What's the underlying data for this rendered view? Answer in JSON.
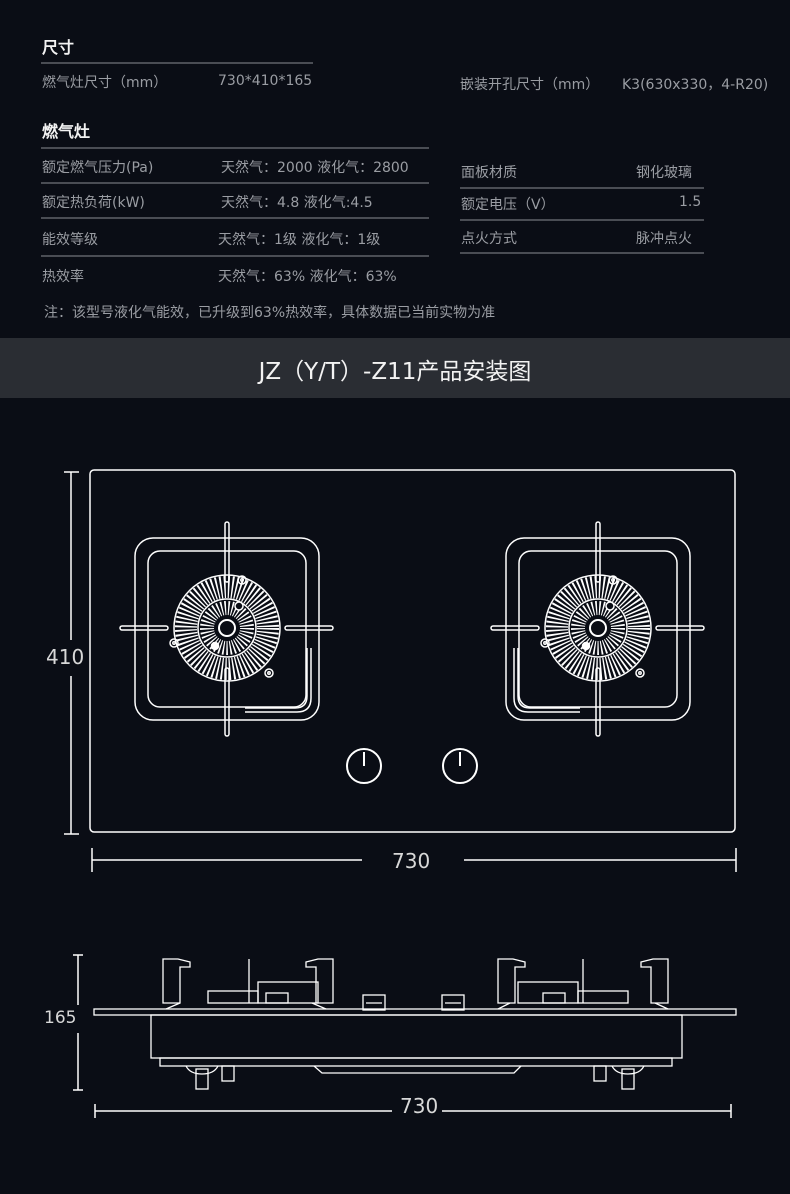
{
  "dimensions": {
    "heading": "尺寸",
    "stove_size_label": "燃气灶尺寸（mm）",
    "stove_size_value": "730*410*165",
    "cutout_label": "嵌装开孔尺寸（mm）",
    "cutout_value": "K3(630x330，4-R20)"
  },
  "stove": {
    "heading": "燃气灶",
    "left_rows": [
      {
        "label": "额定燃气压力(Pa)",
        "value": "天然气：2000  液化气：2800"
      },
      {
        "label": "额定热负荷(kW)",
        "value": "天然气：4.8   液化气:4.5"
      },
      {
        "label": "能效等级",
        "value": "天然气：1级  液化气：1级"
      },
      {
        "label": "热效率",
        "value": "天然气：63%  液化气：63%"
      }
    ],
    "right_rows": [
      {
        "label": "面板材质",
        "value": "钢化玻璃"
      },
      {
        "label": "额定电压（V）",
        "value": "1.5"
      },
      {
        "label": "点火方式",
        "value": "脉冲点火"
      }
    ],
    "note": "注：该型号液化气能效，已升级到63%热效率，具体数据已当前实物为准"
  },
  "banner": {
    "title": "JZ（Y/T）-Z11产品安装图"
  },
  "top_view": {
    "height_label": "410",
    "width_label": "730"
  },
  "side_view": {
    "height_label": "165",
    "width_label": "730"
  },
  "colors": {
    "background": "#0a0d15",
    "banner": "#2a2d33",
    "drawing": "#ffffff"
  }
}
